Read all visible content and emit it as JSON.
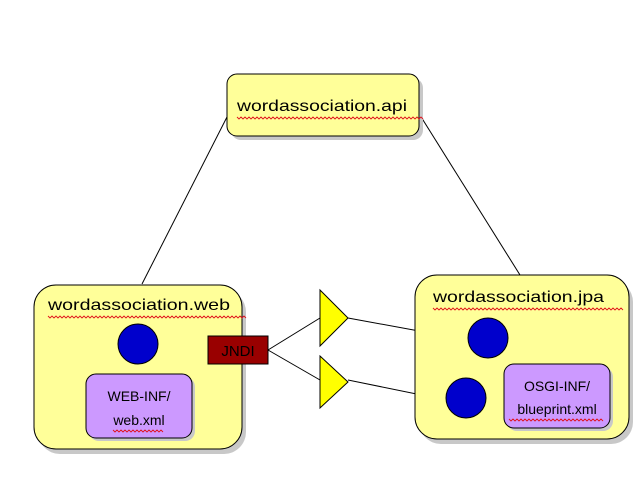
{
  "colors": {
    "bundle_fill": "#ffff99",
    "bundle_shadow": "#c8c8c8",
    "descriptor_fill": "#cc99ff",
    "service_dot": "#0000cc",
    "jndi_fill": "#990000",
    "jndi_text": "#ffffff",
    "triangle_fill": "#ffff00",
    "spellcheck_underline": "#e0101a",
    "line": "#000000"
  },
  "bundles": {
    "api": {
      "name": "wordassociation.api"
    },
    "web": {
      "name": "wordassociation.web"
    },
    "jpa": {
      "name": "wordassociation.jpa"
    }
  },
  "descriptors": {
    "web": {
      "line1": "WEB-INF/",
      "line2": "web.xml"
    },
    "jpa": {
      "line1": "OSGI-INF/",
      "line2": "blueprint.xml"
    }
  },
  "jndi": {
    "label": "JNDI"
  },
  "icons": {
    "service_dot": "blue-filled-circle",
    "service_reference": "yellow-triangle"
  }
}
